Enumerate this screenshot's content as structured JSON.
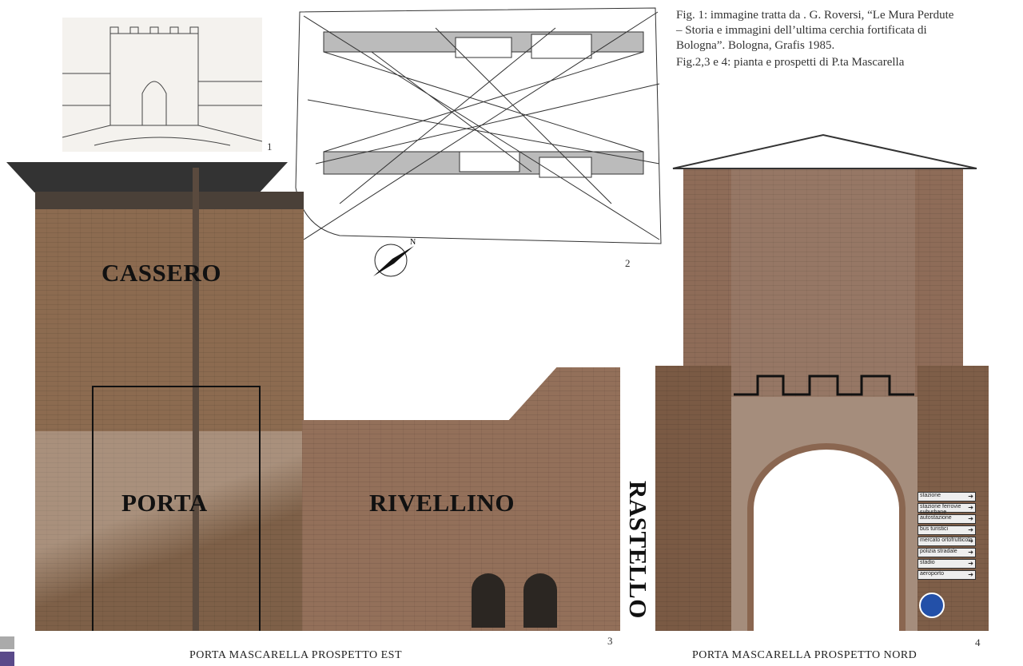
{
  "caption": {
    "line1": "Fig. 1: immagine tratta da . G. Roversi, “Le Mura Perdute",
    "line2": "– Storia e immagini dell’ultima cerchia fortificata di",
    "line3": "Bologna”. Bologna, Grafis 1985.",
    "line4": "Fig.2,3 e 4: pianta e prospetti di P.ta Mascarella"
  },
  "figures": {
    "fig1": "1",
    "fig2": "2",
    "fig3": "3",
    "fig4": "4"
  },
  "labels": {
    "cassero": "CASSERO",
    "porta": "PORTA",
    "rivellino": "RIVELLINO",
    "rastello": "RASTELLO"
  },
  "footers": {
    "est": "PORTA MASCARELLA PROSPETTO EST",
    "nord": "PORTA MASCARELLA PROSPETTO NORD"
  },
  "signs": [
    "stazione",
    "stazione ferrovie suburbane",
    "autostazione",
    "bus turistici",
    "mercato ortofrutticolo",
    "polizia stradale",
    "stadio",
    "aeroporto"
  ],
  "compass": "N",
  "colors": {
    "brick": "#8a6a4e",
    "roof": "#3a3a3a",
    "text": "#111111"
  }
}
